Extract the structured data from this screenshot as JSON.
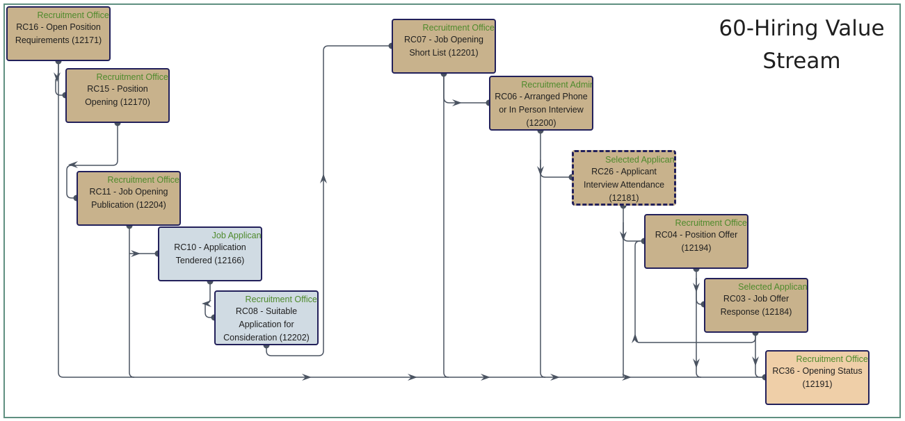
{
  "diagram": {
    "title": "60-Hiring Value Stream",
    "colors": {
      "frame": "#5f8f80",
      "node_tan": "#c8b28c",
      "node_blue": "#d0dbe3",
      "node_light": "#efcfa8",
      "node_border": "#22205a",
      "role_text": "#4e8a2c",
      "connector": "#4a5361"
    },
    "nodes": [
      {
        "id": "rc16",
        "role": "Recruitment Officer",
        "label": "RC16 - Open Position Requirements (12171)"
      },
      {
        "id": "rc15",
        "role": "Recruitment Officer",
        "label": "RC15 - Position Opening (12170)"
      },
      {
        "id": "rc11",
        "role": "Recruitment Officer",
        "label": "RC11 - Job Opening Publication (12204)"
      },
      {
        "id": "rc10",
        "role": "Job Applicant",
        "label": "RC10 - Application Tendered (12166)"
      },
      {
        "id": "rc08",
        "role": "Recruitment Officer",
        "label": "RC08 - Suitable Application for Consideration (12202)"
      },
      {
        "id": "rc07",
        "role": "Recruitment Officer",
        "label": "RC07 - Job Opening Short List (12201)"
      },
      {
        "id": "rc06",
        "role": "Recruitment Admin",
        "label": "RC06 - Arranged Phone or In Person Interview (12200)"
      },
      {
        "id": "rc26",
        "role": "Selected Applicant",
        "label": "RC26 - Applicant Interview Attendance (12181)"
      },
      {
        "id": "rc04",
        "role": "Recruitment Officer",
        "label": "RC04 - Position Offer (12194)"
      },
      {
        "id": "rc03",
        "role": "Selected Applicant",
        "label": "RC03 - Job Offer Response (12184)"
      },
      {
        "id": "rc36",
        "role": "Recruitment Officer",
        "label": "RC36 - Opening Status (12191)"
      }
    ]
  }
}
